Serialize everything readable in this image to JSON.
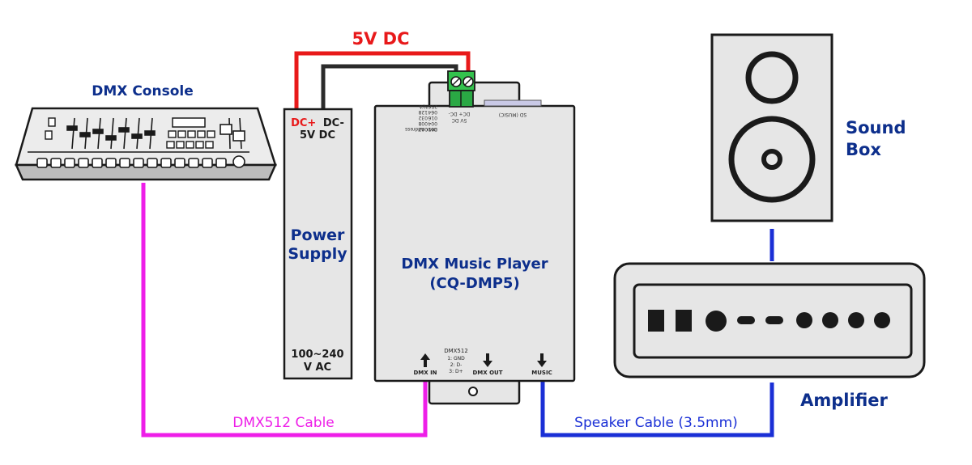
{
  "labels": {
    "dmx_console": "DMX Console",
    "dc_plus": "DC+",
    "dc_minus": "DC-",
    "five_v_dc_unit": "5V DC",
    "power_supply_line1": "Power",
    "power_supply_line2": "Supply",
    "ac_input_line1": "100~240",
    "ac_input_line2": "V AC",
    "five_v_dc_wire": "5V DC",
    "dmx_music_player_line1": "DMX Music Player",
    "dmx_music_player_line2": "(CQ-DMP5)",
    "sound_box_line1": "Sound",
    "sound_box_line2": "Box",
    "amplifier": "Amplifier",
    "dmx512_cable": "DMX512 Cable",
    "speaker_cable": "Speaker Cable (3.5mm)"
  },
  "device_print": {
    "dip_values": [
      "001",
      "002",
      "004",
      "008",
      "016",
      "032",
      "064",
      "128",
      "256",
      "N/A"
    ],
    "dmx_address": "DMX Address",
    "dc_plus_dc_minus": "DC+ DC-",
    "five_v_dc": "5V DC",
    "sd_music": "SD (MUSIC)",
    "dmx512": "DMX512",
    "pin1": "1: GND",
    "pin2": "2: D-",
    "pin3": "3: D+",
    "dmx_in": "DMX IN",
    "dmx_out": "DMX OUT",
    "music": "MUSIC"
  },
  "colors": {
    "dc_positive_wire": "#e8191a",
    "dc_negative_wire": "#2b2b2b",
    "dmx_cable": "#ee1ee8",
    "speaker_cable": "#1a2fd6",
    "label_blue": "#0d2f8c",
    "terminal_green": "#33c24d"
  }
}
